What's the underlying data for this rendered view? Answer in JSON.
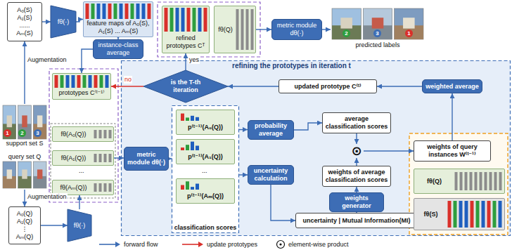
{
  "diagram": {
    "nodes": [
      {
        "text": [
          "A₀(S)",
          "A₁(S)",
          "......",
          "Aₘ(S)"
        ]
      },
      {
        "text": [
          "fθ(·)"
        ]
      },
      {
        "text": [
          "feature maps of A₀(S), A₁(S) ... Aₘ(S)"
        ]
      },
      {
        "text": [
          "support set S"
        ]
      },
      {
        "text": [
          "instance-class average"
        ]
      },
      {
        "text": [
          "prototypes C⁽ᵗ⁻¹⁾"
        ]
      },
      {
        "text": [
          "refined prototypes Cᵀ"
        ]
      },
      {
        "text": [
          "fθ(Q)"
        ]
      },
      {
        "text": [
          "metric module dθ(·)"
        ]
      },
      {
        "text": [
          "predicted labels"
        ]
      },
      {
        "text": [
          "refining the prototypes in iteration t"
        ]
      },
      {
        "text": [
          "is the T-th iteration"
        ],
        "in": 10
      },
      {
        "text": [
          "updated prototype C⁽ᵗ⁾"
        ],
        "in": 10
      },
      {
        "text": [
          "weighted average"
        ],
        "in": 10
      },
      {
        "text": [
          "metric module dθ(·)"
        ],
        "in": 10
      },
      {
        "text": [
          "classification scores"
        ],
        "in": 10
      },
      {
        "text": [
          "p⁽ᵗ⁻¹⁾(A₀(Q))"
        ],
        "in": 15
      },
      {
        "text": [
          "p⁽ᵗ⁻¹⁾(A₁(Q))"
        ],
        "in": 15
      },
      {
        "text": [
          "p⁽ᵗ⁻¹⁾(Aₘ(Q))"
        ],
        "in": 15
      },
      {
        "text": [
          "probability average"
        ],
        "in": 10
      },
      {
        "text": [
          "average classification scores"
        ],
        "in": 10
      },
      {
        "text": [
          "⊙"
        ],
        "in": 10
      },
      {
        "text": [
          "uncertainty calculation"
        ],
        "in": 10
      },
      {
        "text": [
          "weights of average classification scores"
        ],
        "in": 10
      },
      {
        "text": [
          "weights generator"
        ],
        "in": 10
      },
      {
        "text": [
          "uncertainty | Mutual Information(MI)"
        ],
        "in": 10
      },
      {
        "text": [
          "weights of query instances W⁽ᵗ⁻¹⁾"
        ],
        "in": 10
      },
      {
        "text": [
          "fθ(Q)"
        ],
        "in": 10
      },
      {
        "text": [
          "fθ(S)"
        ],
        "in": 10
      },
      {
        "text": [
          "query set Q"
        ]
      },
      {
        "text": [
          "A₀(Q)",
          "A₁(Q)",
          "⋮",
          "Aₘ(Q)"
        ]
      },
      {
        "text": [
          "fθ(·)"
        ]
      },
      {
        "text": [
          "fθ(A₀(Q))"
        ]
      },
      {
        "text": [
          "fθ(A₁(Q))"
        ]
      },
      {
        "text": [
          "fθ(Aₘ(Q))"
        ]
      }
    ],
    "edges": [
      {
        "from": 3,
        "to": 0,
        "arrow": "to",
        "label": "Augmentation"
      },
      {
        "from": 0,
        "to": 1,
        "arrow": "to"
      },
      {
        "from": 1,
        "to": 2,
        "arrow": "to"
      },
      {
        "from": 2,
        "to": 4,
        "arrow": "to"
      },
      {
        "from": 4,
        "to": 5,
        "arrow": "to"
      },
      {
        "from": 11,
        "to": 5,
        "arrow": "to",
        "label": "no"
      },
      {
        "from": 11,
        "to": 6,
        "arrow": "to",
        "label": "yes"
      },
      {
        "from": 7,
        "to": 8,
        "arrow": "to"
      },
      {
        "from": 8,
        "to": 9,
        "arrow": "to"
      },
      {
        "from": 29,
        "to": 30,
        "arrow": "to",
        "label": "Augmentation"
      },
      {
        "from": 30,
        "to": 31,
        "arrow": "to"
      },
      {
        "from": 31,
        "to": 34,
        "arrow": "to"
      },
      {
        "from": 33,
        "to": 14,
        "arrow": "to"
      },
      {
        "from": 14,
        "to": 15,
        "arrow": "to"
      },
      {
        "from": 15,
        "to": 19,
        "arrow": "to"
      },
      {
        "from": 15,
        "to": 22,
        "arrow": "to"
      },
      {
        "from": 19,
        "to": 20,
        "arrow": "to"
      },
      {
        "from": 12,
        "to": 11,
        "arrow": "to"
      },
      {
        "from": 13,
        "to": 12,
        "arrow": "to"
      },
      {
        "from": 26,
        "to": 13,
        "arrow": "to"
      },
      {
        "from": 20,
        "to": 21,
        "arrow": "to"
      },
      {
        "from": 23,
        "to": 21,
        "arrow": "to"
      },
      {
        "from": 21,
        "to": 26,
        "arrow": "to"
      },
      {
        "from": 22,
        "to": 25,
        "arrow": "to"
      },
      {
        "from": 25,
        "to": 24,
        "arrow": "to"
      },
      {
        "from": 24,
        "to": 23,
        "arrow": "to"
      }
    ],
    "labels": [
      "1",
      "2",
      "3",
      "2",
      "3",
      "1",
      "...",
      "..."
    ],
    "legend": [
      {
        "text": "forward flow"
      },
      {
        "text": "update prototypes"
      },
      {
        "text": "element-wise product"
      }
    ]
  }
}
